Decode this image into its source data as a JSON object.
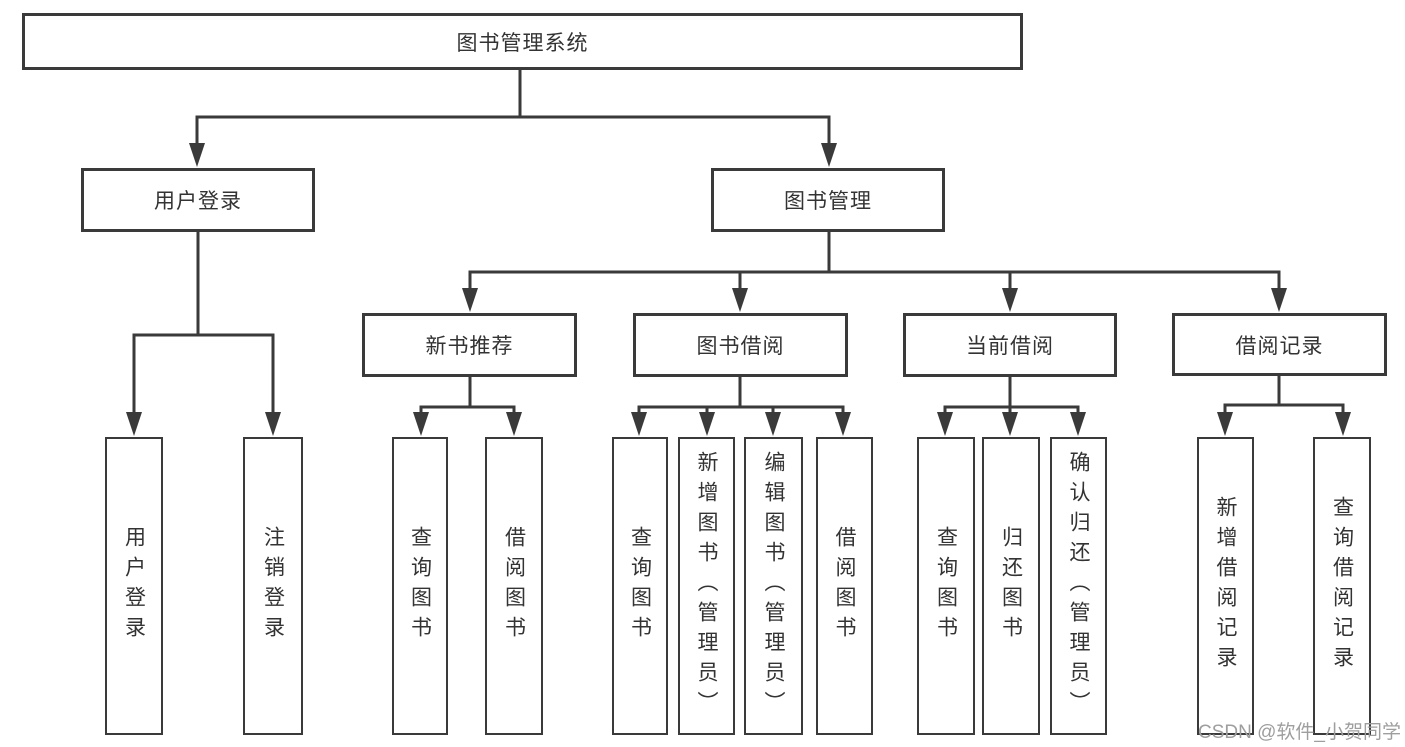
{
  "diagram": {
    "root": {
      "label": "图书管理系统"
    },
    "level2": [
      {
        "label": "用户登录",
        "parent": "图书管理系统"
      },
      {
        "label": "图书管理",
        "parent": "图书管理系统"
      }
    ],
    "level3": [
      {
        "label": "新书推荐",
        "parent": "图书管理"
      },
      {
        "label": "图书借阅",
        "parent": "图书管理"
      },
      {
        "label": "当前借阅",
        "parent": "图书管理"
      },
      {
        "label": "借阅记录",
        "parent": "图书管理"
      }
    ],
    "leaves": [
      {
        "label": "用户登录",
        "parent": "用户登录"
      },
      {
        "label": "注销登录",
        "parent": "用户登录"
      },
      {
        "label": "查询图书",
        "parent": "新书推荐"
      },
      {
        "label": "借阅图书",
        "parent": "新书推荐"
      },
      {
        "label": "查询图书",
        "parent": "图书借阅"
      },
      {
        "label": "新增图书（管理员）",
        "parent": "图书借阅"
      },
      {
        "label": "编辑图书（管理员）",
        "parent": "图书借阅"
      },
      {
        "label": "借阅图书",
        "parent": "图书借阅"
      },
      {
        "label": "查询图书",
        "parent": "当前借阅"
      },
      {
        "label": "归还图书",
        "parent": "当前借阅"
      },
      {
        "label": "确认归还（管理员）",
        "parent": "当前借阅"
      },
      {
        "label": "新增借阅记录",
        "parent": "借阅记录"
      },
      {
        "label": "查询借阅记录",
        "parent": "借阅记录"
      }
    ]
  },
  "watermark": {
    "text": "CSDN @软件_小贺同学"
  },
  "colors": {
    "line": "#3a3a3a",
    "box_border": "#3a3a3a",
    "text": "#333333",
    "background": "#ffffff",
    "watermark": "#9e9e9e"
  }
}
